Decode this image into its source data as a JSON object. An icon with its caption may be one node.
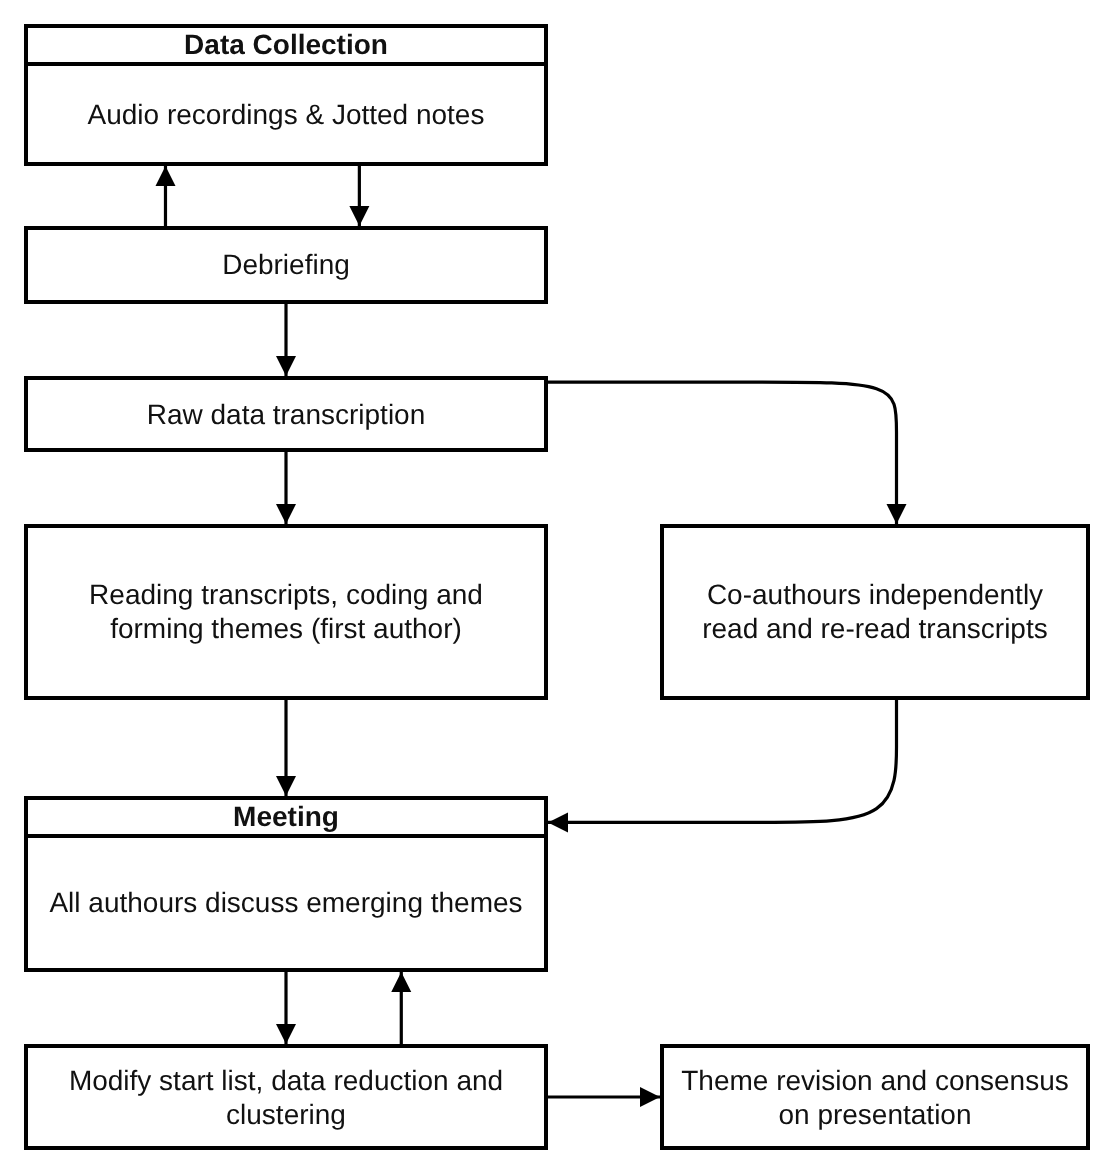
{
  "diagram": {
    "nodes": [
      {
        "text": [
          "Data Collection",
          "Audio recordings & Jotted notes"
        ]
      },
      {
        "text": [
          "Debriefing"
        ]
      },
      {
        "text": [
          "Raw data transcription"
        ]
      },
      {
        "text": [
          "Reading transcripts, coding and forming themes (first author)"
        ]
      },
      {
        "text": [
          "Co-authours independently read and re-read transcripts"
        ]
      },
      {
        "text": [
          "Meeting",
          "All authours discuss emerging themes"
        ]
      },
      {
        "text": [
          "Modify start list, data reduction and clustering"
        ]
      },
      {
        "text": [
          "Theme revision and consensus on presentation"
        ]
      }
    ],
    "edges": [
      {
        "from": 1,
        "to": 0,
        "arrow": "to"
      },
      {
        "from": 0,
        "to": 1,
        "arrow": "to"
      },
      {
        "from": 1,
        "to": 2,
        "arrow": "to"
      },
      {
        "from": 2,
        "to": 3,
        "arrow": "to"
      },
      {
        "from": 2,
        "to": 4,
        "arrow": "to"
      },
      {
        "from": 3,
        "to": 5,
        "arrow": "to"
      },
      {
        "from": 4,
        "to": 5,
        "arrow": "to"
      },
      {
        "from": 5,
        "to": 6,
        "arrow": "to"
      },
      {
        "from": 6,
        "to": 5,
        "arrow": "to"
      },
      {
        "from": 6,
        "to": 7,
        "arrow": "to"
      }
    ]
  }
}
